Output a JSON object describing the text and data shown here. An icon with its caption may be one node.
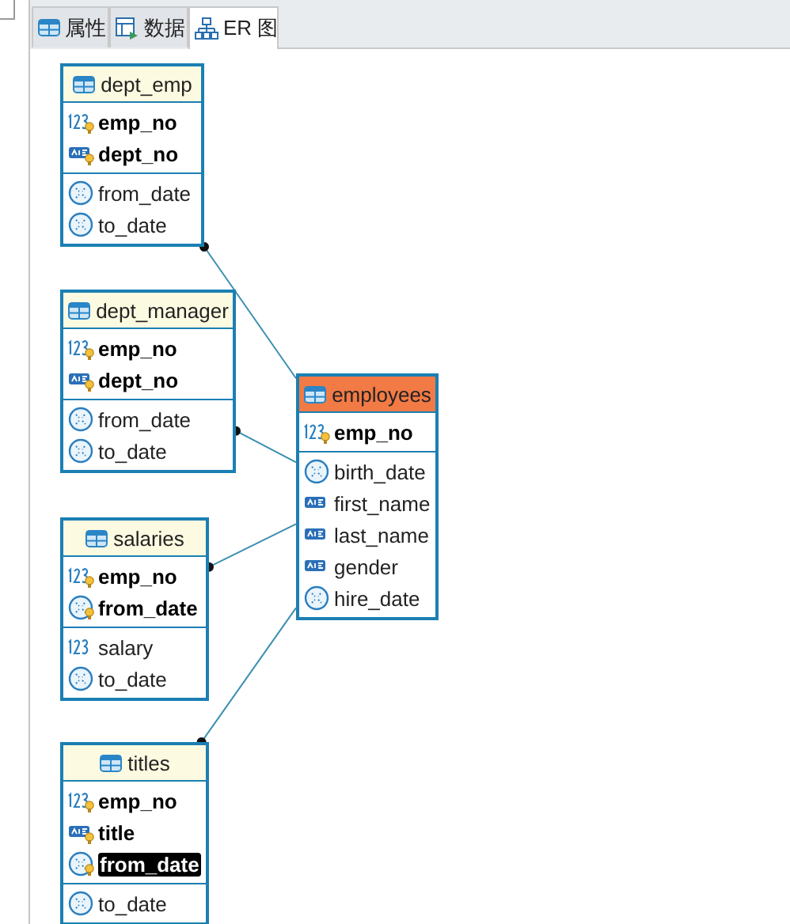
{
  "diagram": {
    "nodes": [
      {
        "text": [
          "dept_emp"
        ]
      },
      {
        "text": [
          "emp_no",
          "dept_no"
        ],
        "in": 0
      },
      {
        "text": [
          "from_date",
          "to_date"
        ],
        "in": 0
      },
      {
        "text": [
          "dept_manager"
        ]
      },
      {
        "text": [
          "emp_no",
          "dept_no"
        ],
        "in": 3
      },
      {
        "text": [
          "from_date",
          "to_date"
        ],
        "in": 3
      },
      {
        "text": [
          "employees"
        ]
      },
      {
        "text": [
          "emp_no"
        ],
        "in": 6
      },
      {
        "text": [
          "birth_date",
          "first_name",
          "last_name",
          "gender",
          "hire_date"
        ],
        "in": 6
      },
      {
        "text": [
          "salaries"
        ]
      },
      {
        "text": [
          "emp_no",
          "from_date"
        ],
        "in": 9
      },
      {
        "text": [
          "salary",
          "to_date"
        ],
        "in": 9
      },
      {
        "text": [
          "titles"
        ]
      },
      {
        "text": [
          "emp_no",
          "title",
          "from_date"
        ],
        "in": 12
      },
      {
        "text": [
          "to_date"
        ],
        "in": 12
      }
    ],
    "edges": [
      {
        "from": 0,
        "to": 6,
        "arrow": "other"
      },
      {
        "from": 3,
        "to": 6,
        "arrow": "other"
      },
      {
        "from": 9,
        "to": 6,
        "arrow": "other"
      },
      {
        "from": 12,
        "to": 6,
        "arrow": "other"
      }
    ],
    "labels": [
      "属性",
      "数据",
      "ER 图"
    ]
  }
}
